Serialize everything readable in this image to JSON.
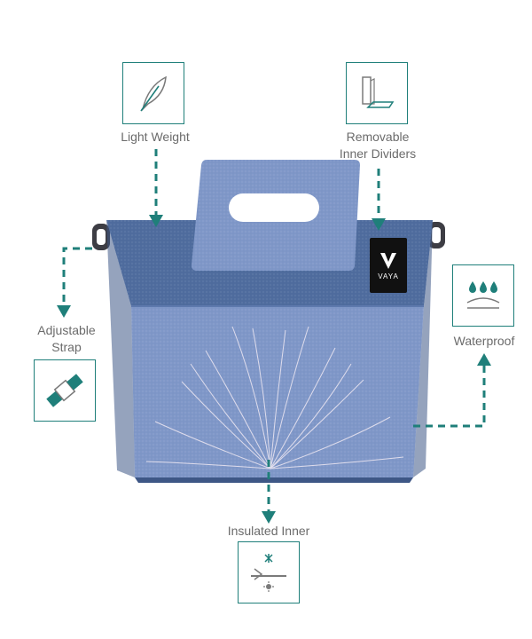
{
  "features": {
    "light_weight": {
      "label": "Light Weight",
      "icon": "feather-icon"
    },
    "dividers": {
      "label_line1": "Removable",
      "label_line2": "Inner Dividers",
      "icon": "divider-panels-icon"
    },
    "strap": {
      "label_line1": "Adjustable",
      "label_line2": "Strap",
      "icon": "strap-buckle-icon"
    },
    "waterproof": {
      "label": "Waterproof",
      "icon": "water-drops-icon"
    },
    "insulated": {
      "label": "Insulated Inner",
      "icon": "snow-sun-insulation-icon"
    }
  },
  "product": {
    "brand_tag": "VAYA"
  },
  "colors": {
    "accent": "#1f7f7a",
    "bag_dark": "#4f6c9e",
    "bag_light": "#7f97c8",
    "label": "#6b6b6b"
  }
}
